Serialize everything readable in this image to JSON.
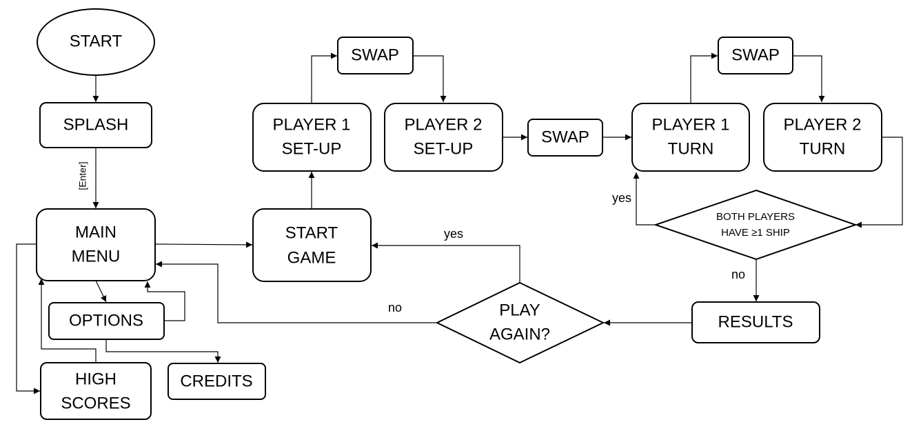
{
  "nodes": {
    "start": "START",
    "splash": "SPLASH",
    "main_menu": [
      "MAIN",
      "MENU"
    ],
    "options": "OPTIONS",
    "high_scores": [
      "HIGH",
      "SCORES"
    ],
    "credits": "CREDITS",
    "start_game": [
      "START",
      "GAME"
    ],
    "p1_setup": [
      "PLAYER 1",
      "SET-UP"
    ],
    "p2_setup": [
      "PLAYER 2",
      "SET-UP"
    ],
    "swap_setup": "SWAP",
    "swap_mid": "SWAP",
    "swap_turn": "SWAP",
    "p1_turn": [
      "PLAYER 1",
      "TURN"
    ],
    "p2_turn": [
      "PLAYER 2",
      "TURN"
    ],
    "both_players": [
      "BOTH PLAYERS",
      "HAVE ≥1 SHIP"
    ],
    "results": "RESULTS",
    "play_again": [
      "PLAY",
      "AGAIN?"
    ]
  },
  "edge_labels": {
    "enter": "[Enter]",
    "yes_ship": "yes",
    "no_ship": "no",
    "yes_again": "yes",
    "no_again": "no"
  }
}
